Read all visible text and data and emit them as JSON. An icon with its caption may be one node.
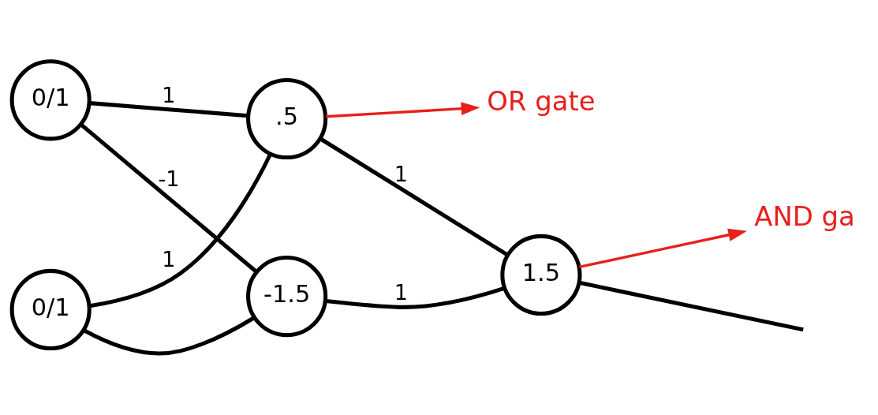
{
  "diagram": {
    "nodes": [
      {
        "text": [
          "0/1"
        ]
      },
      {
        "text": [
          ".5"
        ]
      },
      {
        "text": [
          "0/1"
        ]
      },
      {
        "text": [
          "-1.5"
        ]
      },
      {
        "text": [
          "1.5"
        ]
      },
      {
        "text": [
          "OR gate"
        ]
      },
      {
        "text": [
          "AND ga"
        ]
      }
    ],
    "edges": [
      {
        "from": 0,
        "to": 1,
        "arrow": "none",
        "label": "1"
      },
      {
        "from": 2,
        "to": 1,
        "arrow": "none",
        "label": "1"
      },
      {
        "from": 0,
        "to": 3,
        "arrow": "none",
        "label": "-1"
      },
      {
        "from": 2,
        "to": 3,
        "arrow": "none"
      },
      {
        "from": 1,
        "to": 4,
        "arrow": "none",
        "label": "1"
      },
      {
        "from": 3,
        "to": 4,
        "arrow": "none",
        "label": "1"
      },
      {
        "from": 4,
        "to": null,
        "arrow": "none"
      },
      {
        "from": 1,
        "to": 5,
        "arrow": "to",
        "color": "#e8201c"
      },
      {
        "from": 4,
        "to": 6,
        "arrow": "to",
        "color": "#e8201c"
      }
    ]
  }
}
